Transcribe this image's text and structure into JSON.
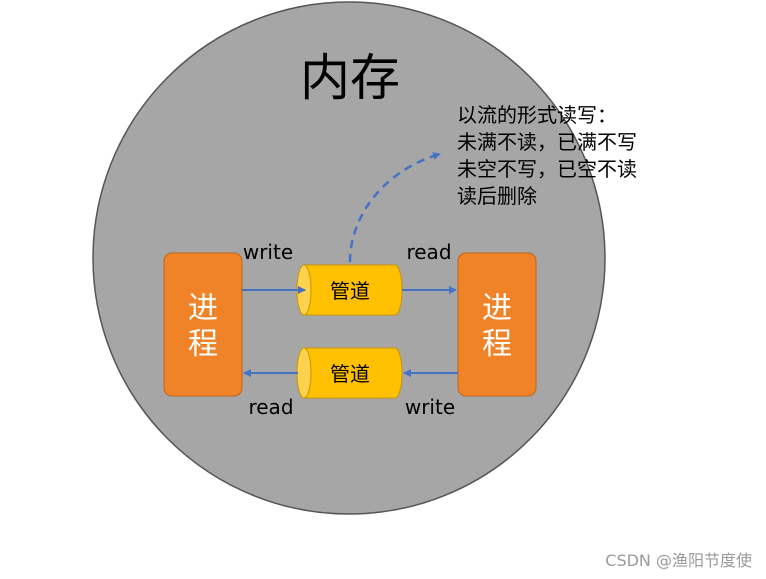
{
  "memory": {
    "title": "内存"
  },
  "process_left": {
    "line1": "进",
    "line2": "程"
  },
  "process_right": {
    "line1": "进",
    "line2": "程"
  },
  "pipe_top": {
    "label": "管道"
  },
  "pipe_bottom": {
    "label": "管道"
  },
  "labels": {
    "top_left": "write",
    "top_right": "read",
    "bottom_left": "read",
    "bottom_right": "write"
  },
  "note": {
    "line1": "以流的形式读写：",
    "line2": "未满不读，已满不写",
    "line3": "未空不写，已空不读",
    "line4": "读后删除"
  },
  "watermark": {
    "text": "CSDN @渔阳节度使"
  },
  "colors": {
    "memory_fill": "#a6a6a6",
    "process_fill": "#f08228",
    "pipe_fill": "#ffc000",
    "pipe_stroke": "#c99700",
    "arrow": "#4472c4"
  }
}
